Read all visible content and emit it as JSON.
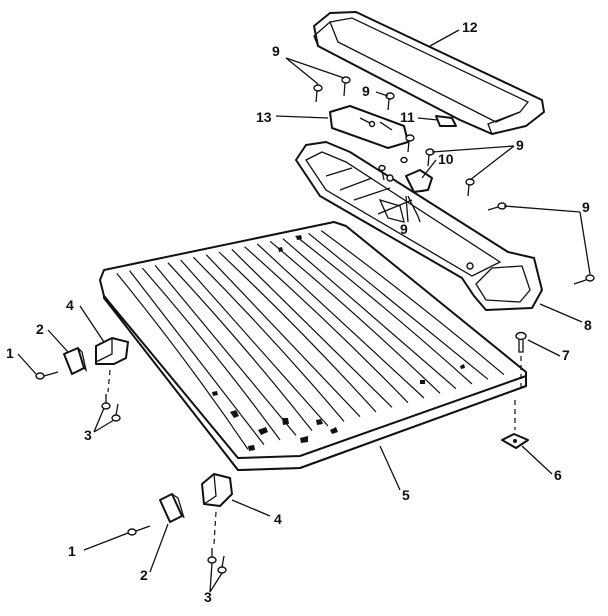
{
  "callouts": [
    {
      "id": "c1a",
      "text": "1"
    },
    {
      "id": "c2a",
      "text": "2"
    },
    {
      "id": "c3a",
      "text": "3"
    },
    {
      "id": "c4a",
      "text": "4"
    },
    {
      "id": "c1b",
      "text": "1"
    },
    {
      "id": "c2b",
      "text": "2"
    },
    {
      "id": "c3b",
      "text": "3"
    },
    {
      "id": "c4b",
      "text": "4"
    },
    {
      "id": "c5",
      "text": "5"
    },
    {
      "id": "c6",
      "text": "6"
    },
    {
      "id": "c7",
      "text": "7"
    },
    {
      "id": "c8",
      "text": "8"
    },
    {
      "id": "c9a",
      "text": "9"
    },
    {
      "id": "c9b",
      "text": "9"
    },
    {
      "id": "c9c",
      "text": "9"
    },
    {
      "id": "c9d",
      "text": "9"
    },
    {
      "id": "c9e",
      "text": "9"
    },
    {
      "id": "c10",
      "text": "10"
    },
    {
      "id": "c11",
      "text": "11"
    },
    {
      "id": "c12",
      "text": "12"
    },
    {
      "id": "c13",
      "text": "13"
    }
  ]
}
